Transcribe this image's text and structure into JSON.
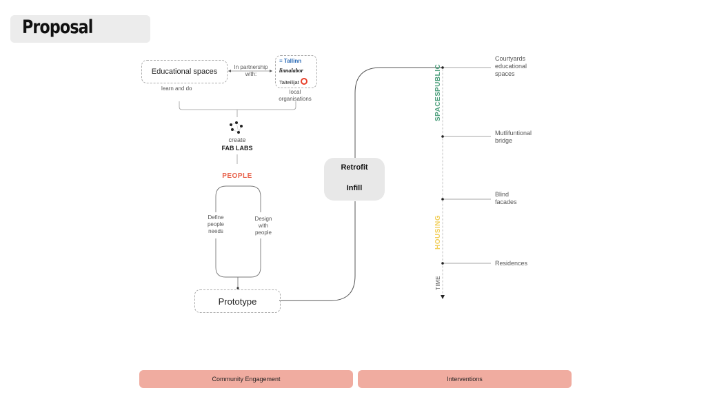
{
  "header": {
    "title": "Proposal"
  },
  "diagram": {
    "educational_spaces": {
      "label": "Educational spaces",
      "caption": "learn and do"
    },
    "partnership": {
      "label_line1": "In partnership",
      "label_line2": "with:"
    },
    "organisations": {
      "logos": [
        "Tallinn",
        "linnalabor",
        "Taiteilijat"
      ],
      "caption_line1": "local",
      "caption_line2": "organisations"
    },
    "fablabs": {
      "verb": "create",
      "label": "FAB LABS",
      "icon": "network-nodes-icon"
    },
    "people": {
      "label": "PEOPLE",
      "left_branch": [
        "Define",
        "people",
        "needs"
      ],
      "right_branch": [
        "Design",
        "with",
        "people"
      ]
    },
    "prototype": {
      "label": "Prototype"
    },
    "retrofit": {
      "line1": "Retrofit",
      "line2": "Infill"
    },
    "timeline": {
      "axis_label": "TIME",
      "categories": [
        {
          "label_line1": "PUBLIC",
          "label_line2": "SPACES",
          "color": "#4fa07e"
        },
        {
          "label_line1": "HOUSING",
          "color": "#f2cf5b"
        }
      ],
      "milestones": [
        {
          "lines": [
            "Courtyards",
            "educational",
            "spaces"
          ]
        },
        {
          "lines": [
            "Mutlifuntional",
            "bridge"
          ]
        },
        {
          "lines": [
            "Blind",
            "facades"
          ]
        },
        {
          "lines": [
            "Residences"
          ]
        }
      ]
    }
  },
  "footer": {
    "sections": [
      {
        "label": "Community Engagement"
      },
      {
        "label": "Interventions"
      }
    ],
    "color": "#f0aca0"
  },
  "colors": {
    "accent_people": "#e8614a",
    "public_spaces": "#4fa07e",
    "housing": "#f2cf5b"
  }
}
